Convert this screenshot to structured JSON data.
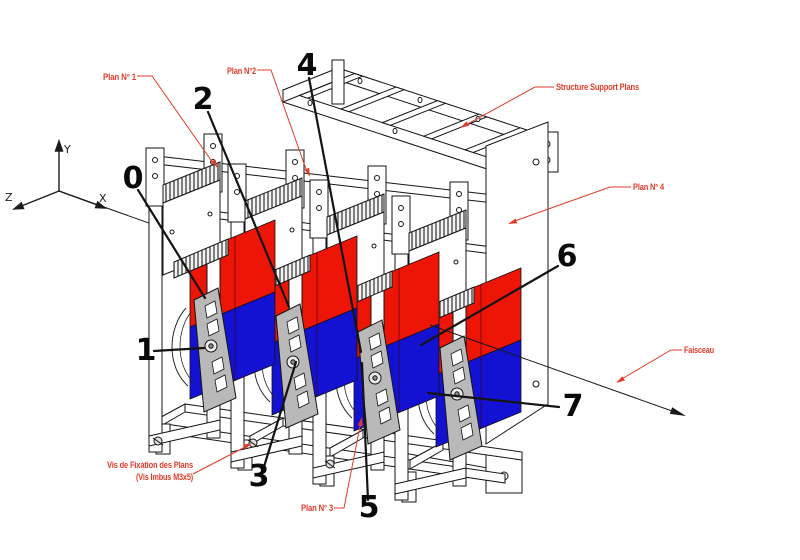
{
  "colors": {
    "panel_red": "#ec1506",
    "panel_blue": "#1412d2",
    "label_red": "#e03c2b",
    "line": "#141414"
  },
  "axes": {
    "x": "X",
    "y": "Y",
    "z": "Z"
  },
  "labels": {
    "plan1": "Plan N° 1",
    "plan2": "Plan N°2",
    "structure_support": "Structure Support Plans",
    "plan4": "Plan N° 4",
    "faisceau": "Faisceau",
    "vis_line1": "Vis de Fixation des Plans",
    "vis_line2": "(Vis Imbus M3x5)",
    "plan3": "Plan N° 3"
  },
  "callouts": {
    "c0": "0",
    "c1": "1",
    "c2": "2",
    "c3": "3",
    "c4": "4",
    "c5": "5",
    "c6": "6",
    "c7": "7"
  }
}
